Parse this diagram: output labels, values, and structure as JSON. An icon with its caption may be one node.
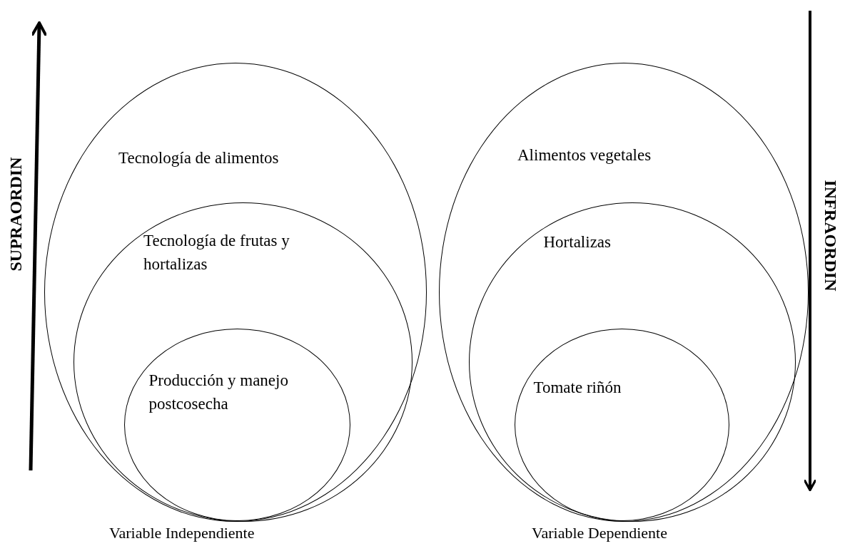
{
  "diagram": {
    "nodes": [
      {
        "text": [
          "Tecnología de alimentos"
        ],
        "beside": [
          "Variable Independiente"
        ]
      },
      {
        "text": [
          "Tecnología de frutas y hortalizas"
        ],
        "in": 0
      },
      {
        "text": [
          "Producción y manejo postcosecha"
        ],
        "in": 1
      },
      {
        "text": [
          "Alimentos vegetales"
        ],
        "beside": [
          "Variable Dependiente"
        ]
      },
      {
        "text": [
          "Hortalizas"
        ],
        "in": 3
      },
      {
        "text": [
          "Tomate riñón"
        ],
        "in": 4
      }
    ],
    "labels": [
      "SUPRAORDIN",
      "INFRAORDIN"
    ]
  }
}
